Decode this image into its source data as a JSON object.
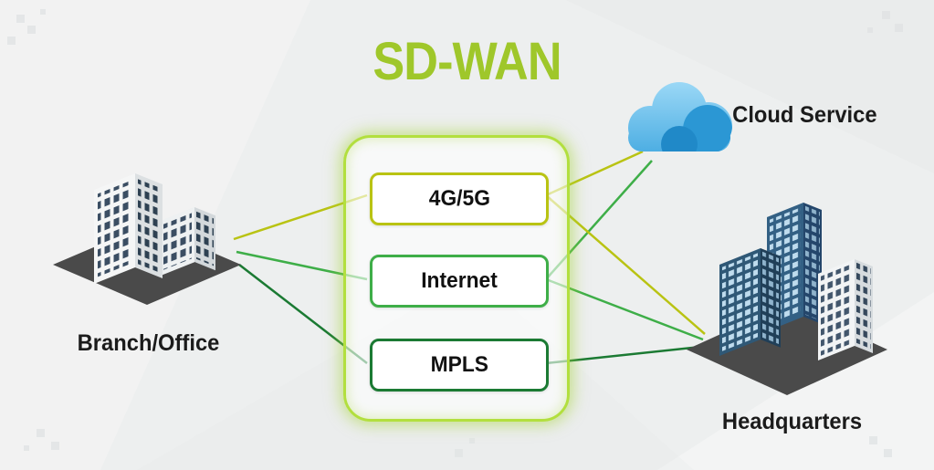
{
  "title": "SD-WAN",
  "nodes": {
    "branch": {
      "label": "Branch/Office"
    },
    "cloud": {
      "label": "Cloud Service"
    },
    "headquarters": {
      "label": "Headquarters"
    }
  },
  "transports": [
    {
      "label": "4G/5G",
      "color": "#b9c313"
    },
    {
      "label": "Internet",
      "color": "#3eae48"
    },
    {
      "label": "MPLS",
      "color": "#1b7a33"
    }
  ],
  "connections": [
    {
      "from": "Branch/Office",
      "to": "4G/5G"
    },
    {
      "from": "Branch/Office",
      "to": "Internet"
    },
    {
      "from": "Branch/Office",
      "to": "MPLS"
    },
    {
      "from": "4G/5G",
      "to": "Cloud Service"
    },
    {
      "from": "Internet",
      "to": "Cloud Service"
    },
    {
      "from": "4G/5G",
      "to": "Headquarters"
    },
    {
      "from": "Internet",
      "to": "Headquarters"
    },
    {
      "from": "MPLS",
      "to": "Headquarters"
    }
  ],
  "colors": {
    "title": "#9fc72a",
    "panel_border": "#b2df3e",
    "background": "#edefef",
    "platform": "#4a4a4a",
    "cloud_light": "#9bd8f6",
    "cloud_dark": "#2b97d4",
    "label_text": "#1b1b1b"
  }
}
